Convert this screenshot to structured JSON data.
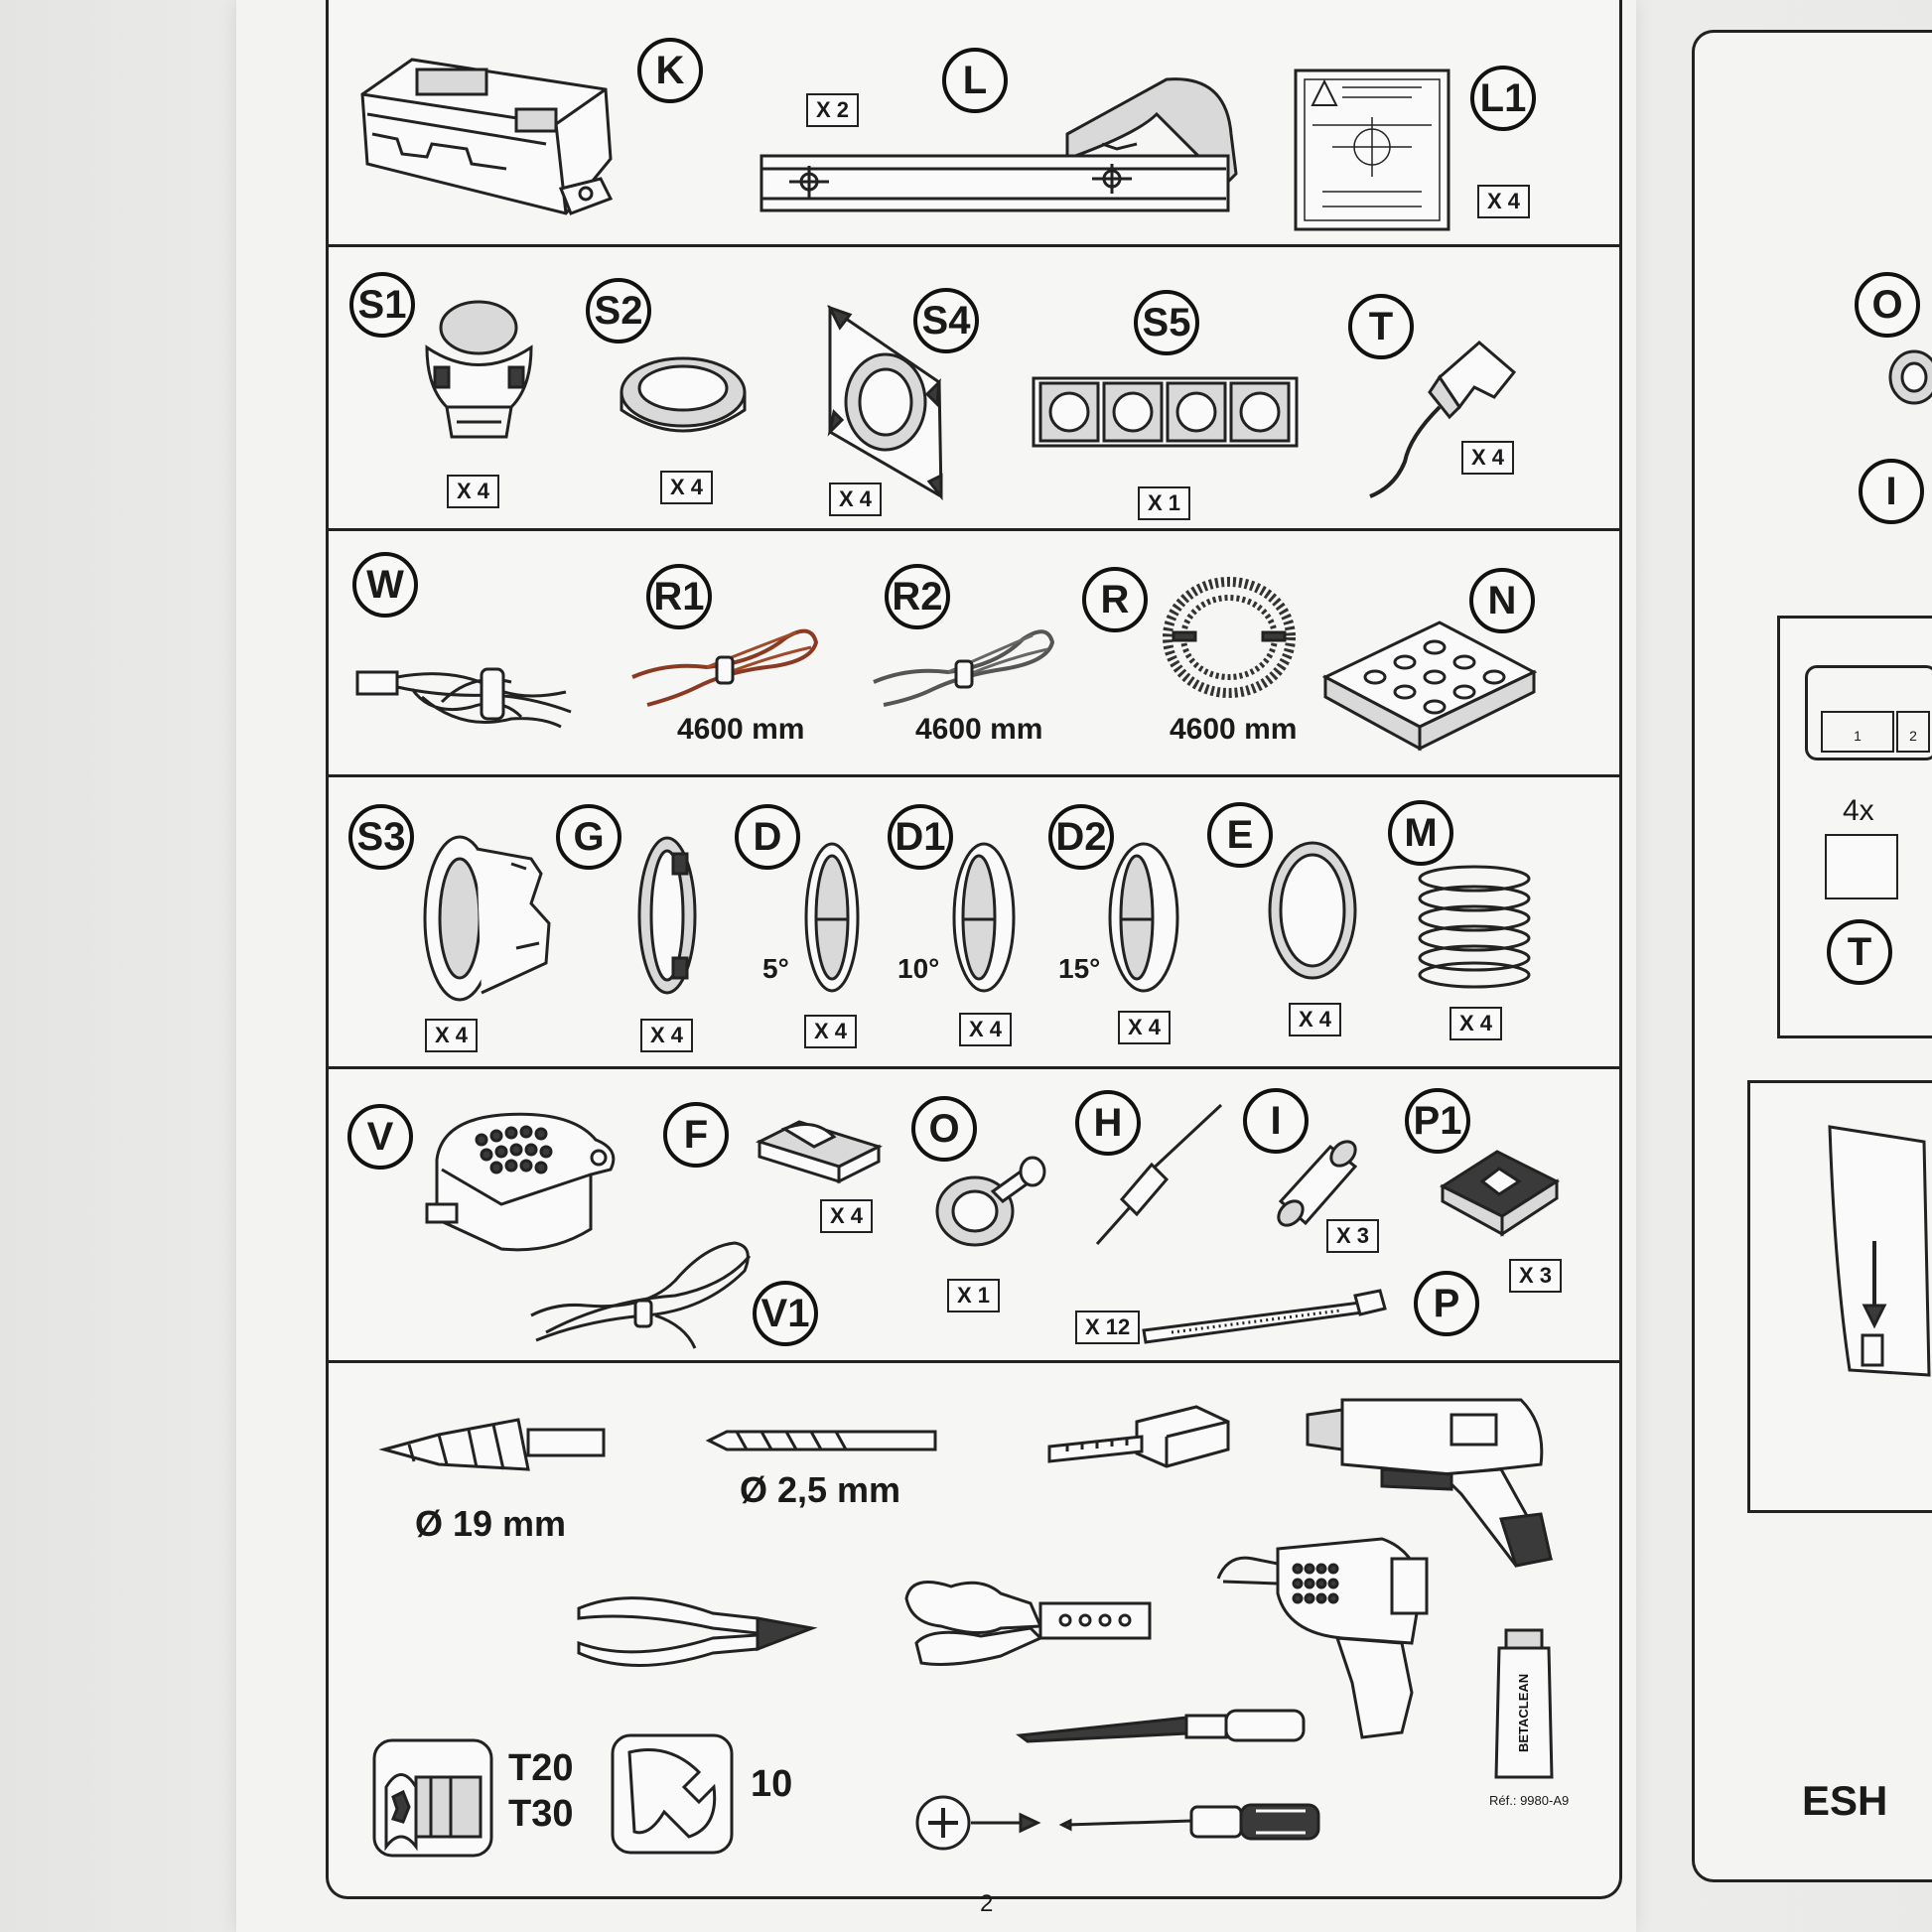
{
  "parts": {
    "K": {
      "label": "K"
    },
    "L": {
      "label": "L",
      "qty": "X 2"
    },
    "L1": {
      "label": "L1",
      "qty": "X 4"
    },
    "S1": {
      "label": "S1",
      "qty": "X 4"
    },
    "S2": {
      "label": "S2",
      "qty": "X 4"
    },
    "S4": {
      "label": "S4",
      "qty": "X 4"
    },
    "S5": {
      "label": "S5",
      "qty": "X 1"
    },
    "T": {
      "label": "T",
      "qty": "X 4"
    },
    "W": {
      "label": "W"
    },
    "R1": {
      "label": "R1",
      "length": "4600 mm"
    },
    "R2": {
      "label": "R2",
      "length": "4600 mm"
    },
    "R": {
      "label": "R",
      "length": "4600 mm"
    },
    "N": {
      "label": "N"
    },
    "S3": {
      "label": "S3",
      "qty": "X 4"
    },
    "G": {
      "label": "G",
      "qty": "X 4"
    },
    "D": {
      "label": "D",
      "qty": "X 4",
      "angle": "5°"
    },
    "D1": {
      "label": "D1",
      "qty": "X 4",
      "angle": "10°"
    },
    "D2": {
      "label": "D2",
      "qty": "X 4",
      "angle": "15°"
    },
    "E": {
      "label": "E",
      "qty": "X 4"
    },
    "M": {
      "label": "M",
      "qty": "X 4"
    },
    "V": {
      "label": "V"
    },
    "F": {
      "label": "F",
      "qty": "X 4"
    },
    "O": {
      "label": "O",
      "qty": "X 1"
    },
    "H": {
      "label": "H"
    },
    "I": {
      "label": "I",
      "qty": "X 3"
    },
    "P1": {
      "label": "P1",
      "qty": "X 3"
    },
    "V1": {
      "label": "V1"
    },
    "P": {
      "label": "P",
      "qty": "X 12"
    }
  },
  "tools": {
    "step_drill": "Ø 19 mm",
    "drill_bit": "Ø 2,5 mm",
    "torx_1": "T20",
    "torx_2": "T30",
    "wrench": "10",
    "spray_brand": "BETACLEAN",
    "reference": "Réf.: 9980-A9"
  },
  "page_number": "2",
  "right_page": {
    "circle_o": "O",
    "circle_i": "I",
    "qty": "4x",
    "circle_t": "T",
    "label": "ESH",
    "box1": "1",
    "box2": "2"
  }
}
